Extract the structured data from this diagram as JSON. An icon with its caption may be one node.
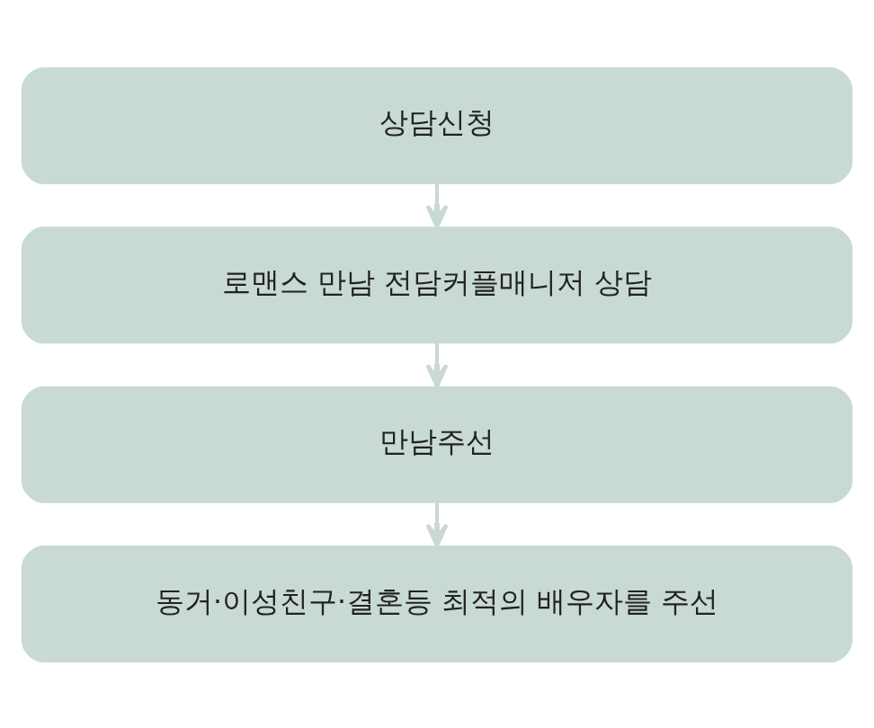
{
  "diagram": {
    "nodes": [
      {
        "text": [
          "상담신청"
        ]
      },
      {
        "text": [
          "로맨스 만남 전담커플매니저 상담"
        ]
      },
      {
        "text": [
          "만남주선"
        ]
      },
      {
        "text": [
          "동거·이성친구·결혼등 최적의 배우자를 주선"
        ]
      }
    ],
    "edges": [
      {
        "from": 0,
        "to": 1,
        "arrow": "to"
      },
      {
        "from": 1,
        "to": 2,
        "arrow": "to"
      },
      {
        "from": 2,
        "to": 3,
        "arrow": "to"
      }
    ]
  }
}
